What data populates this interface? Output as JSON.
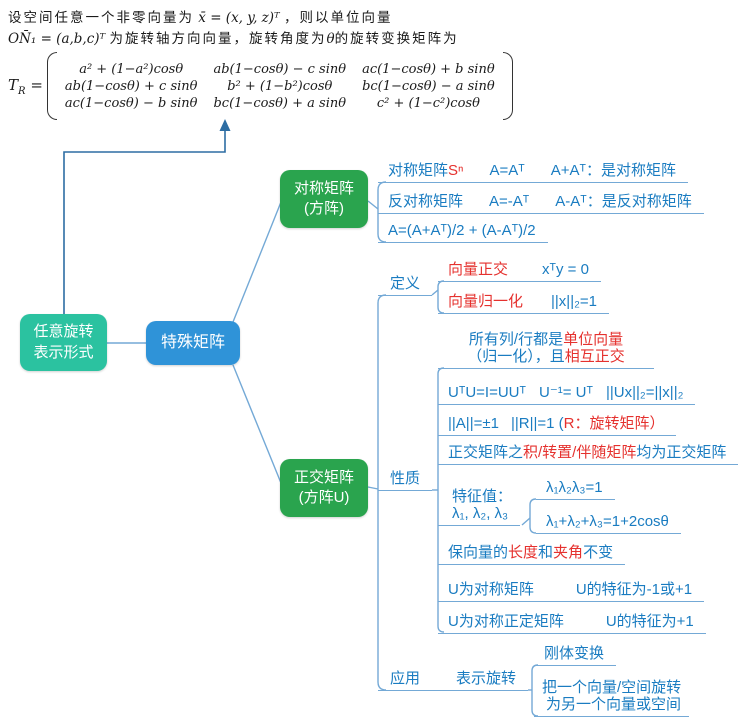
{
  "intro": {
    "l1a": "设空间任意一个非零向量为",
    "l1b": " x̄ = (x, y, z)ᵀ ",
    "l1c": "，则以单位向量",
    "l2a": "ON̄₁ = (a,b,c)ᵀ ",
    "l2b": "为旋转轴方向向量，旋转角度为",
    "l2c": "θ",
    "l2d": "的旋转变换矩阵为"
  },
  "formula": {
    "t": "T",
    "sub": "R",
    "eq": " =",
    "rows": [
      [
        "a² + (1−a²)cosθ",
        "ab(1−cosθ) − c sinθ",
        "ac(1−cosθ) + b sinθ"
      ],
      [
        "ab(1−cosθ) + c sinθ",
        "b² + (1−b²)cosθ",
        "bc(1−cosθ) − a sinθ"
      ],
      [
        "ac(1−cosθ) − b sinθ",
        "bc(1−cosθ) + a sinθ",
        "c² + (1−c²)cosθ"
      ]
    ]
  },
  "nodes": {
    "root": {
      "line1": "任意旋转",
      "line2": "表示形式"
    },
    "special": {
      "label": "特殊矩阵"
    },
    "symmetric": {
      "line1": "对称矩阵",
      "line2": "(方阵)"
    },
    "orthogonal": {
      "line1": "正交矩阵",
      "line2": "(方阵U)"
    }
  },
  "symmetric_branch": {
    "r1": {
      "a": "对称矩阵",
      "a_red": "Sⁿ",
      "b": "A=Aᵀ",
      "c": "A+Aᵀ：是对称矩阵"
    },
    "r2": {
      "a": "反对称矩阵",
      "b": "A=-Aᵀ",
      "c": "A-Aᵀ：是反对称矩阵"
    },
    "r3": {
      "a": "A=(A+Aᵀ)/2 + (A-Aᵀ)/2"
    }
  },
  "orthogonal_branch": {
    "def_label": "定义",
    "prop_label": "性质",
    "app_label": "应用",
    "d1": {
      "red": "向量正交",
      "blue": "xᵀy = 0"
    },
    "d2": {
      "red": "向量归一化",
      "blue": "||x||₂=1"
    },
    "p1": {
      "l1a": "所有列/行都是",
      "l1b": "单位向量",
      "l2a": "（归一化），且",
      "l2b": "相互正交"
    },
    "p2": {
      "a": "UᵀU=I=UUᵀ",
      "b": "U⁻¹= Uᵀ",
      "c": "||Ux||₂=||x||₂"
    },
    "p3": {
      "a": "||A||=±1",
      "b": "||R||=1 (",
      "red": "R：旋转矩阵）"
    },
    "p4": {
      "a": "正交矩阵之",
      "red": "积/转置/伴随矩阵",
      "b": "均为正交矩阵"
    },
    "p5": {
      "line1": "特征值：",
      "line2": "λ₁, λ₂, λ₃",
      "c1": "λ₁λ₂λ₃=1",
      "c2": "λ₁+λ₂+λ₃=1+2cosθ"
    },
    "p6": {
      "a": "保向量的",
      "r1": "长度",
      "b": "和",
      "r2": "夹角",
      "c": "不变"
    },
    "p7": {
      "a": "U为对称矩阵",
      "b": "U的特征为-1或+1"
    },
    "p8": {
      "a": "U为对称正定矩阵",
      "b": "U的特征为+1"
    },
    "app_child": "表示旋转",
    "a1": "刚体变换",
    "a2": {
      "line1": "把一个向量/空间旋转",
      "line2": "为另一个向量或空间"
    }
  },
  "colors": {
    "topic_blue": "#1a7cc1",
    "topic_red": "#e5312e",
    "node_green": "#2aa44e",
    "node_teal": "#2bc2a0",
    "node_blue": "#2f93d8",
    "wire_blue": "#74a9d6",
    "arrow_blue": "#2d6da3"
  }
}
